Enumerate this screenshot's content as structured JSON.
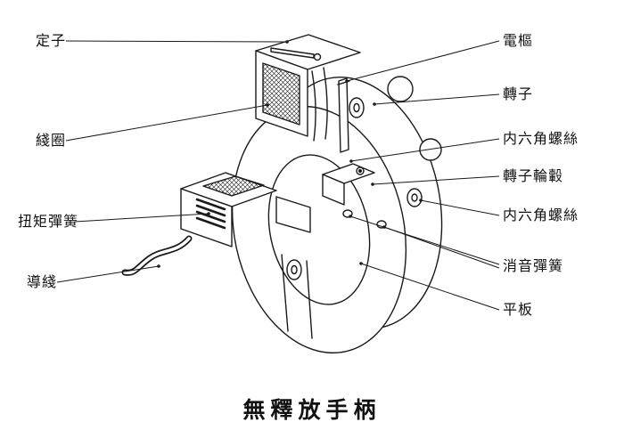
{
  "title": "無釋放手柄",
  "labels": {
    "stator": {
      "text": "定子"
    },
    "coil": {
      "text": "綫圈"
    },
    "torque_spring": {
      "text": "扭矩彈簧"
    },
    "lead_wire": {
      "text": "導綫"
    },
    "armature": {
      "text": "電樞"
    },
    "rotor": {
      "text": "轉子"
    },
    "hex_screw_upper": {
      "text": "内六角螺絲"
    },
    "rotor_hub": {
      "text": "轉子輪轂"
    },
    "hex_screw_lower": {
      "text": "内六角螺絲"
    },
    "damping_spring": {
      "text": "消音彈簧"
    },
    "flat_plate": {
      "text": "平板"
    }
  },
  "colors": {
    "line": "#1a1a1a",
    "text": "#111111",
    "background": "#ffffff"
  }
}
